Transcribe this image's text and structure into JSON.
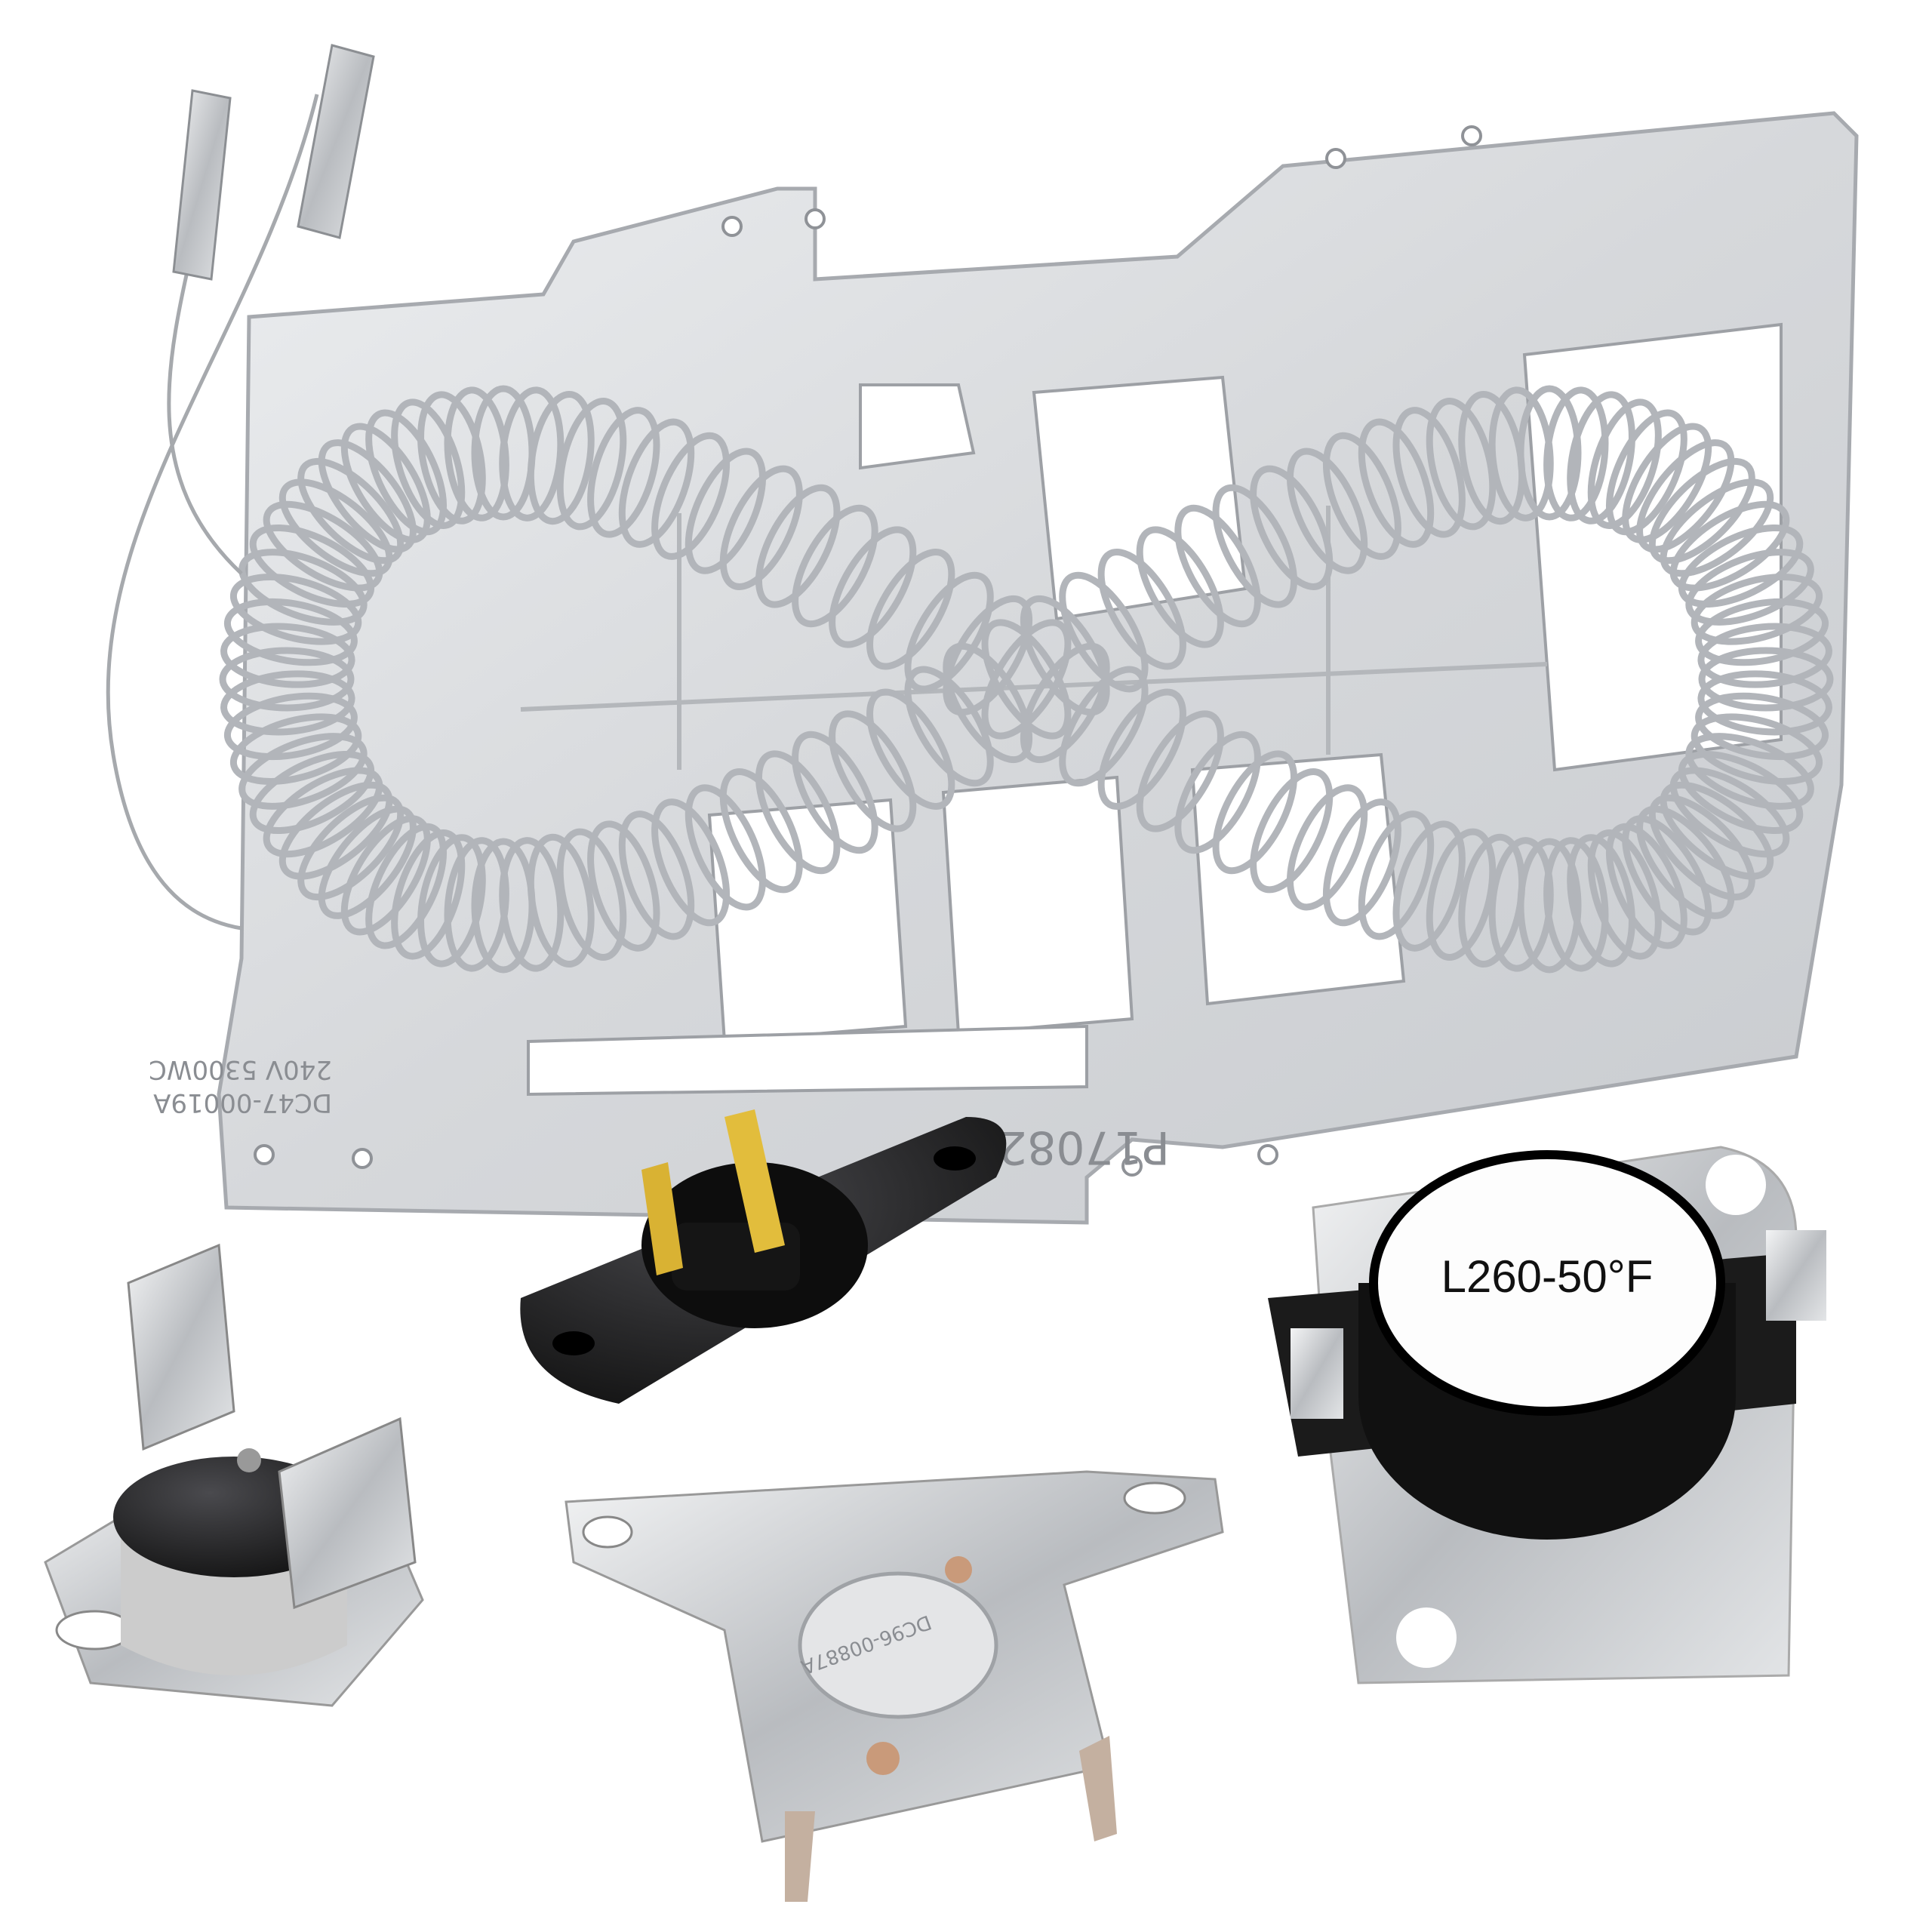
{
  "heater_element": {
    "part_label_line1": "DC47-00019A",
    "part_label_line2": "240V 5300WC",
    "plate_code": "P17082"
  },
  "thermostat_bracket": {
    "part_label": "DC96-00887A"
  },
  "high_limit_thermostat": {
    "label": "L260-50°F"
  },
  "colors": {
    "background": "#ffffff",
    "plate": "#dcdee1",
    "coil": "#b9bcc1",
    "black_plastic": "#1c1c1e",
    "brass_terminal": "#d9b233",
    "copper_rivet": "#c99a7a"
  }
}
